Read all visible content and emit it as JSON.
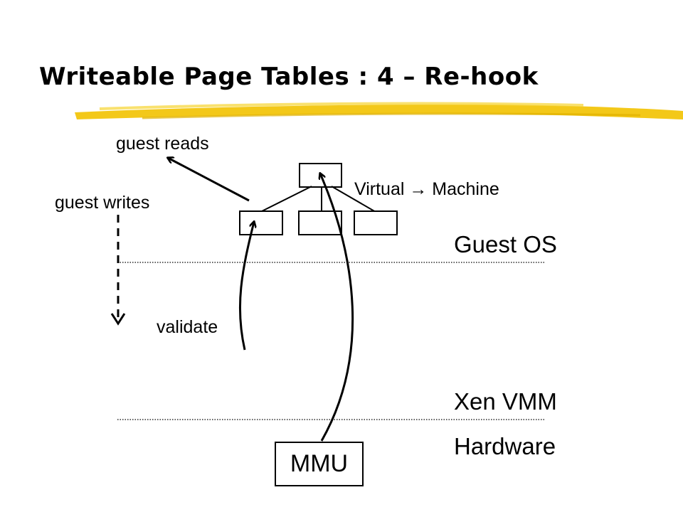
{
  "slide": {
    "title": "Writeable Page Tables : 4 – Re-hook",
    "accent_color": "#F2C200"
  },
  "labels": {
    "guest_reads": "guest reads",
    "guest_writes": "guest writes",
    "virtual_machine": "Virtual → Machine",
    "validate": "validate",
    "guest_os": "Guest OS",
    "xen_vmm": "Xen VMM",
    "hardware": "Hardware",
    "mmu": "MMU"
  }
}
